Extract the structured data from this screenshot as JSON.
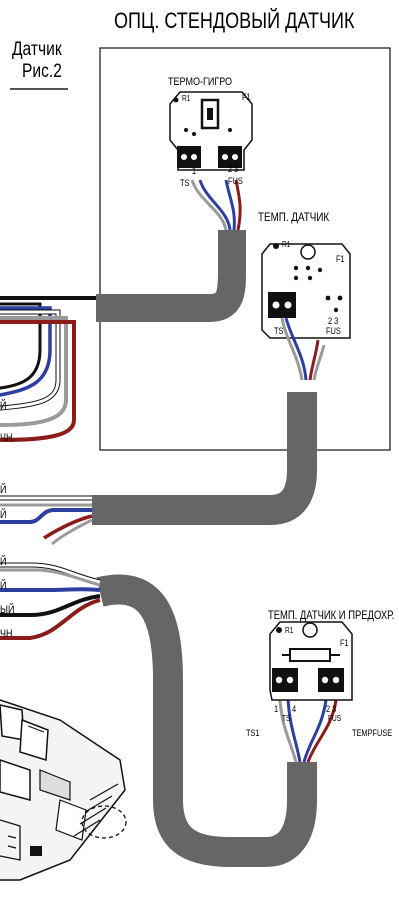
{
  "header": {
    "title": "ОПЦ. СТЕНДОВЫЙ ДАТЧИК",
    "figure_line1": "Датчик",
    "figure_line2": "Рис.2"
  },
  "sensors": {
    "thermo_hygro": {
      "title": "ТЕРМО-ГИГРО",
      "r1": "R1",
      "f1": "F1",
      "pin_left": "1",
      "pin_right": "2 3",
      "ts": "TS",
      "fus": "FUS"
    },
    "temp": {
      "title": "ТЕМП. ДАТЧИК",
      "r1": "R1",
      "f1": "F1",
      "pins": "2 3",
      "ts": "TS",
      "fus": "FUS"
    },
    "temp_fuse": {
      "title": "ТЕМП. ДАТЧИК И ПРЕДОХР.",
      "r1": "R1",
      "f1": "F1",
      "pin_left": "1",
      "pin_mid": "4",
      "pin_right": "2 3",
      "ts": "TS",
      "fus": "FUS",
      "ts1": "TS1",
      "tempfuse": "TEMPFUSE"
    }
  },
  "wire_fragments": {
    "upper_1": "Й",
    "upper_2": "ЧН.",
    "middle_1": "Й",
    "middle_2": "Й",
    "lower_1": "Й",
    "lower_2": "Й",
    "lower_3": "ЫЙ",
    "lower_4": "ЧН"
  },
  "colors": {
    "cable_gray": "#666666",
    "wire_black": "#111111",
    "wire_blue": "#2c3fa0",
    "wire_white": "#ffffff",
    "wire_gray": "#9a9a9a",
    "wire_red": "#8c1c1c",
    "board_fill": "#ffffff",
    "connector": "#111111"
  }
}
